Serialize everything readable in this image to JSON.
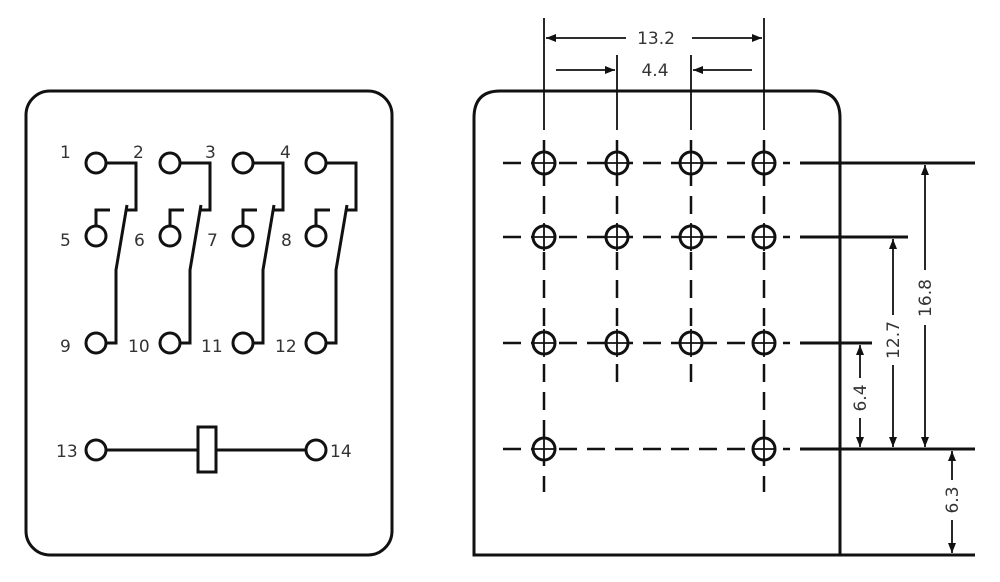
{
  "schematic": {
    "pin_labels": [
      "1",
      "2",
      "3",
      "4",
      "5",
      "6",
      "7",
      "8",
      "9",
      "10",
      "11",
      "12",
      "13",
      "14"
    ]
  },
  "footprint": {
    "dimensions": {
      "total_width": "13.2",
      "pin_pitch": "4.4",
      "row_span_1": "16.8",
      "row_span_2": "12.7",
      "row_span_3": "6.4",
      "edge_offset": "6.3"
    }
  }
}
